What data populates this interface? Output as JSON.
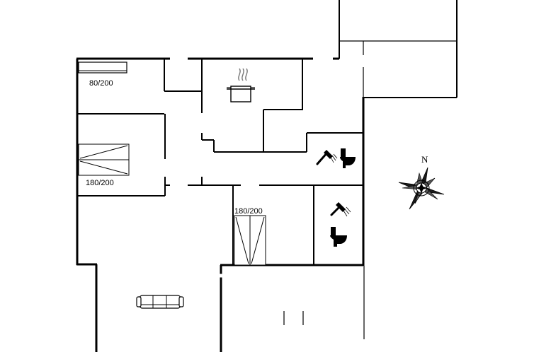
{
  "bed_labels": {
    "bed_1": "80/200",
    "bed_2": "180/200",
    "bed_3": "180/200"
  },
  "compass": {
    "north_label": "N"
  },
  "icons": {
    "kitchen": "cooking-pot-icon",
    "shower": "shower-head-icon",
    "toilet": "toilet-icon",
    "sofa": "sofa-icon",
    "compass": "compass-rose-icon"
  }
}
